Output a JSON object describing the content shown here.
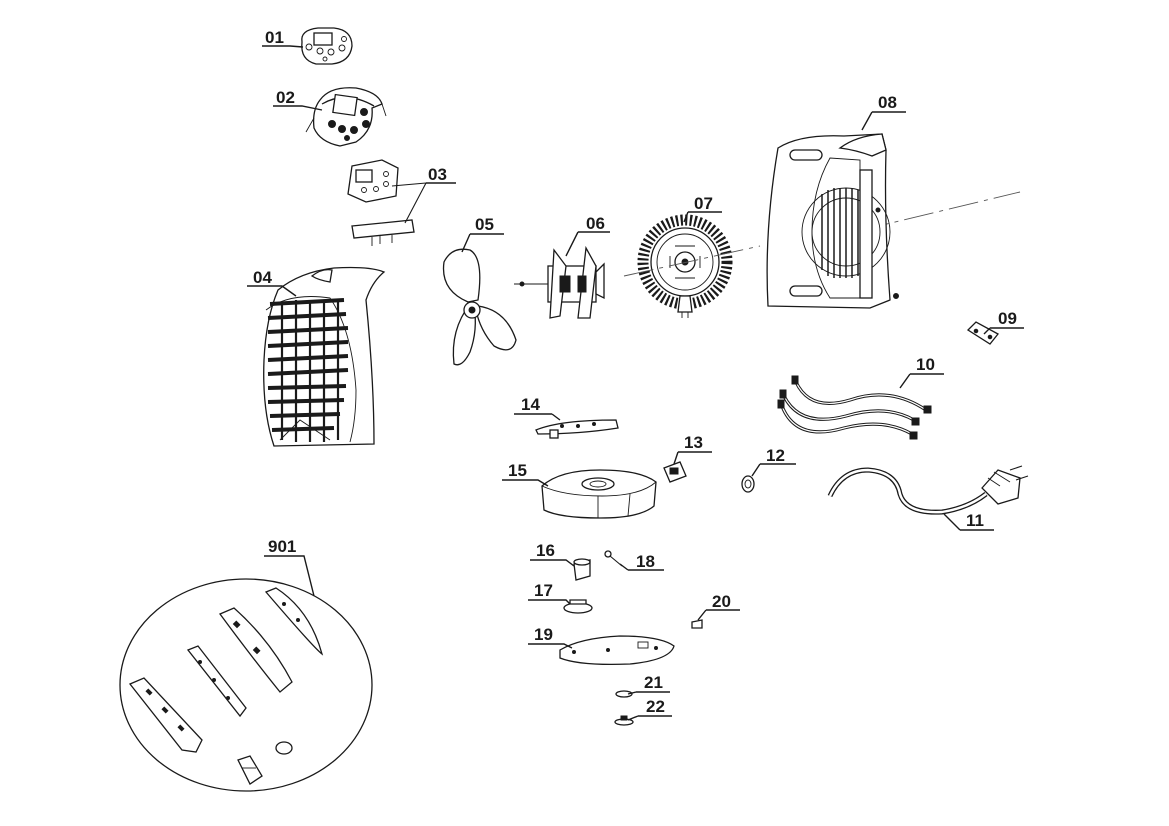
{
  "labels": {
    "p01": "01",
    "p02": "02",
    "p03": "03",
    "p04": "04",
    "p05": "05",
    "p06": "06",
    "p07": "07",
    "p08": "08",
    "p09": "09",
    "p10": "10",
    "p11": "11",
    "p12": "12",
    "p13": "13",
    "p14": "14",
    "p15": "15",
    "p16": "16",
    "p17": "17",
    "p18": "18",
    "p19": "19",
    "p20": "20",
    "p21": "21",
    "p22": "22",
    "p901": "901"
  }
}
